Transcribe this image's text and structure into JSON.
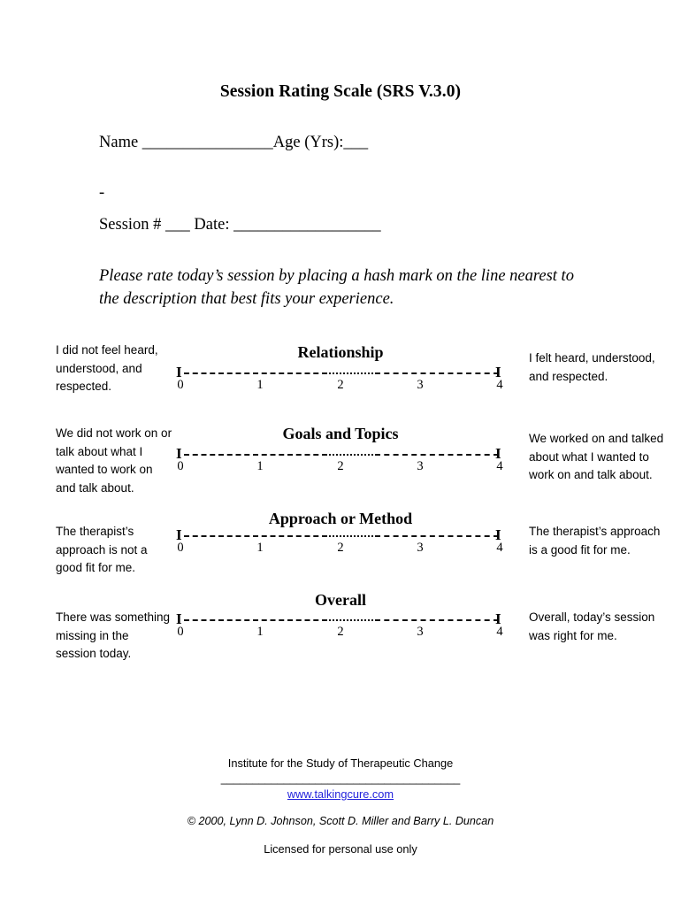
{
  "document": {
    "title": "Session Rating Scale (SRS V.3.0)"
  },
  "form": {
    "name_line": "Name ________________Age (Yrs):___",
    "dash_line": "-",
    "session_line": "Session # ___ Date: __________________"
  },
  "instruction": {
    "text": "Please rate today’s session by placing a hash mark on the line nearest to the description that best fits your experience."
  },
  "scales": {
    "tick_labels": [
      "0",
      "1",
      "2",
      "3",
      "4"
    ],
    "cap_start": "I",
    "cap_end": "I",
    "items": [
      {
        "title": "Relationship",
        "left_anchor": "I did not feel heard, understood, and respected.",
        "right_anchor": "I felt heard, understood, and respected."
      },
      {
        "title": "Goals and Topics",
        "left_anchor": "We did not work on or talk about what I wanted to work on and talk about.",
        "right_anchor": "We worked on and talked about what I wanted to work on and talk about."
      },
      {
        "title": "Approach or Method",
        "left_anchor": "The therapist’s approach is not a good fit for me.",
        "right_anchor": "The therapist’s approach is a good fit for me."
      },
      {
        "title": "Overall",
        "left_anchor": "There was something missing in the session today.",
        "right_anchor": "Overall, today’s session was right for me."
      }
    ]
  },
  "footer": {
    "organization": "Institute for the Study of Therapeutic Change",
    "rule": "______________________________________",
    "url": "www.talkingcure.com",
    "url_color": "#2323dc",
    "copyright": "© 2000, Lynn D. Johnson, Scott D. Miller and Barry L. Duncan",
    "license": "Licensed for personal use only"
  }
}
